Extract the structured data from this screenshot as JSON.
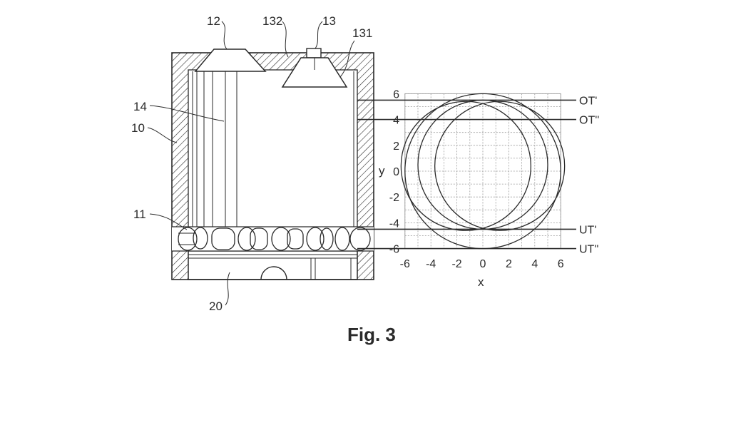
{
  "figure": {
    "caption": "Fig. 3",
    "reference_numerals": {
      "housing": "10",
      "bottom_elements": "11",
      "first_nozzle": "12",
      "second_nozzle": "13",
      "second_nozzle_outer": "131",
      "second_nozzle_inner": "132",
      "interior": "14",
      "base_unit": "20"
    }
  },
  "plot": {
    "x_axis_label": "x",
    "y_axis_label": "y",
    "x_ticks": [
      "-6",
      "-4",
      "-2",
      "0",
      "2",
      "4",
      "6"
    ],
    "y_ticks": [
      "6",
      "4",
      "2",
      "0",
      "-2",
      "-4",
      "-6"
    ],
    "x_range": [
      -6,
      6
    ],
    "y_range": [
      -6,
      6
    ],
    "grid": true,
    "line_labels": {
      "ot_prime": "OT'",
      "ot_double_prime": "OT''",
      "ut_prime": "UT'",
      "ut_double_prime": "UT''"
    },
    "line_levels": {
      "ot_prime": 5.5,
      "ot_double_prime": 4,
      "ut_prime": -4.5,
      "ut_double_prime": -6
    },
    "circles": [
      {
        "cx": 0,
        "cy": 0,
        "r": 6
      },
      {
        "cx": 0,
        "cy": 0.5,
        "r": 5
      },
      {
        "cx": 1.3,
        "cy": 0.4,
        "r": 5
      },
      {
        "cx": -1.3,
        "cy": 0.4,
        "r": 5
      }
    ],
    "colors": {
      "ink": "#2a2a2a",
      "grid": "#9a9a9a"
    }
  }
}
